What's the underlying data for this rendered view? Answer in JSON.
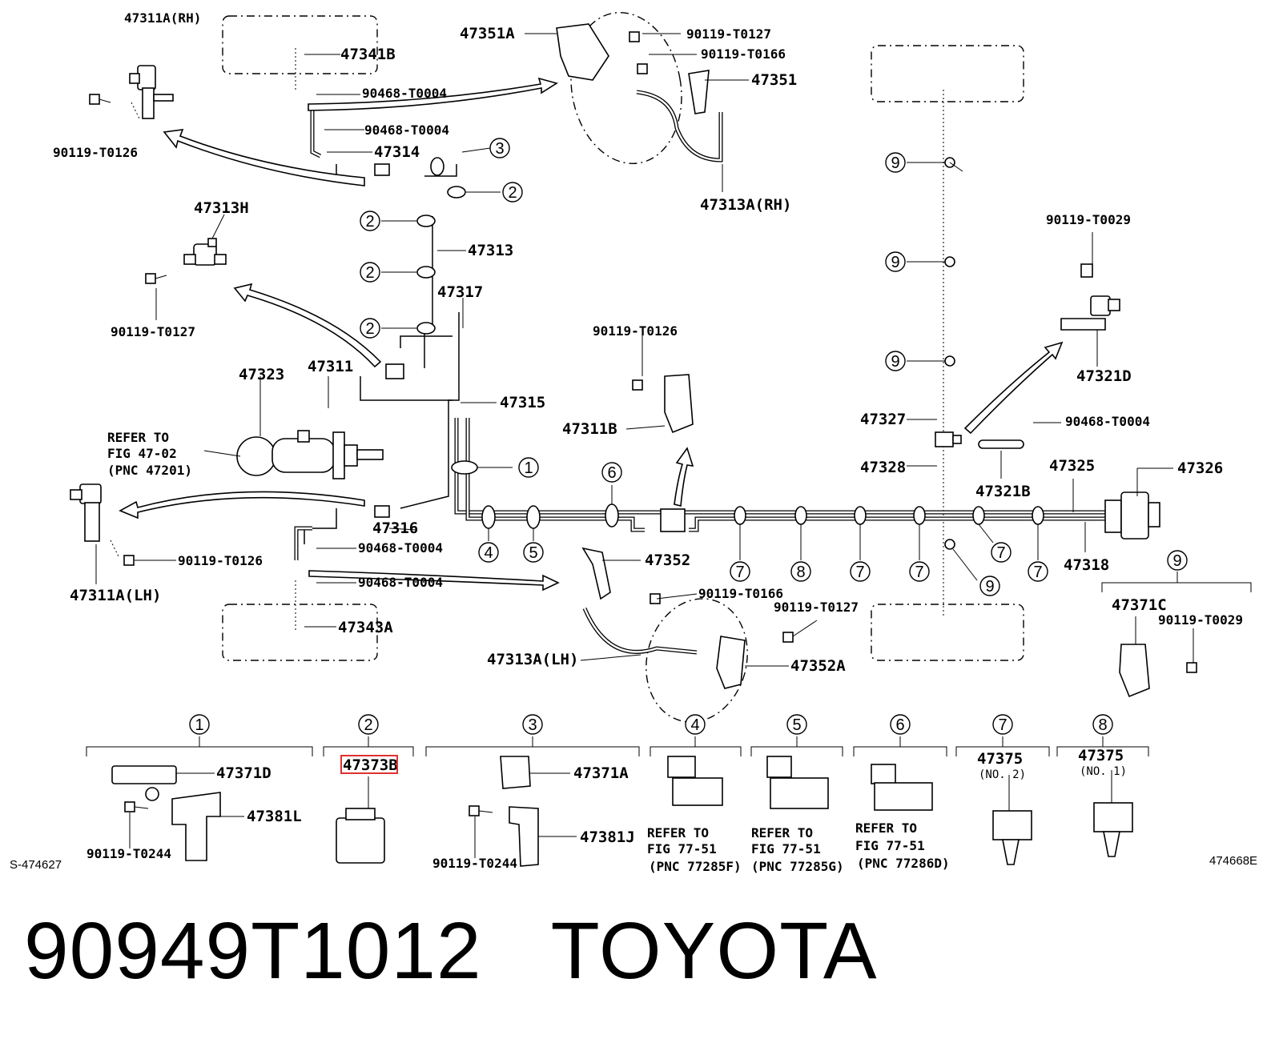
{
  "labels": {
    "p47311A_RH": "47311A(RH)",
    "p47341B": "47341B",
    "p90468_1": "90468-T0004",
    "p90468_2": "90468-T0004",
    "p47314": "47314",
    "p90119_T0126_a": "90119-T0126",
    "p47351A": "47351A",
    "p90119_T0127_a": "90119-T0127",
    "p90119_T0166_a": "90119-T0166",
    "p47351": "47351",
    "p47313A_RH": "47313A(RH)",
    "p47313H": "47313H",
    "p90119_T0127_b": "90119-T0127",
    "p47313": "47313",
    "p47317": "47317",
    "p47323": "47323",
    "p47311": "47311",
    "p47315": "47315",
    "refer_fig47_1": "REFER TO",
    "refer_fig47_2": "FIG 47-02",
    "refer_fig47_3": "(PNC 47201)",
    "p90119_T0126_b": "90119-T0126",
    "p47311B": "47311B",
    "p47316": "47316",
    "p90468_3": "90468-T0004",
    "p90468_4": "90468-T0004",
    "p90119_T0126_c": "90119-T0126",
    "p47311A_LH": "47311A(LH)",
    "p47343A": "47343A",
    "p47352": "47352",
    "p90119_T0166_b": "90119-T0166",
    "p90119_T0127_c": "90119-T0127",
    "p47313A_LH": "47313A(LH)",
    "p47352A": "47352A",
    "p90119_T0029_a": "90119-T0029",
    "p47321D": "47321D",
    "p47327": "47327",
    "p90468_5": "90468-T0004",
    "p47328": "47328",
    "p47321B": "47321B",
    "p47325": "47325",
    "p47326": "47326",
    "p47318": "47318",
    "p47371C": "47371C",
    "p90119_T0029_b": "90119-T0029",
    "p47371D": "47371D",
    "p47381L": "47381L",
    "p90119_T0244_a": "90119-T0244",
    "p47373B": "47373B",
    "p47371A": "47371A",
    "p47381J": "47381J",
    "p90119_T0244_b": "90119-T0244",
    "refer4_1": "REFER TO",
    "refer4_2": "FIG 77-51",
    "refer4_3": "(PNC 77285F)",
    "refer5_1": "REFER TO",
    "refer5_2": "FIG 77-51",
    "refer5_3": "(PNC 77285G)",
    "refer6_1": "REFER TO",
    "refer6_2": "FIG 77-51",
    "refer6_3": "(PNC 77286D)",
    "p47375_no2": "47375",
    "no2": "(NO. 2)",
    "p47375_no1": "47375",
    "no1": "(NO. 1)",
    "corner_left": "S-474627",
    "corner_right": "474668E"
  },
  "callouts": {
    "c1": "1",
    "c2": "2",
    "c3": "3",
    "c4": "4",
    "c5": "5",
    "c6": "6",
    "c7": "7",
    "c8": "8",
    "c9": "9"
  },
  "footer": {
    "part_number": "90949T1012",
    "brand": "TOYOTA"
  },
  "colors": {
    "highlight": "#e03030",
    "line": "#000000",
    "background": "#ffffff"
  }
}
